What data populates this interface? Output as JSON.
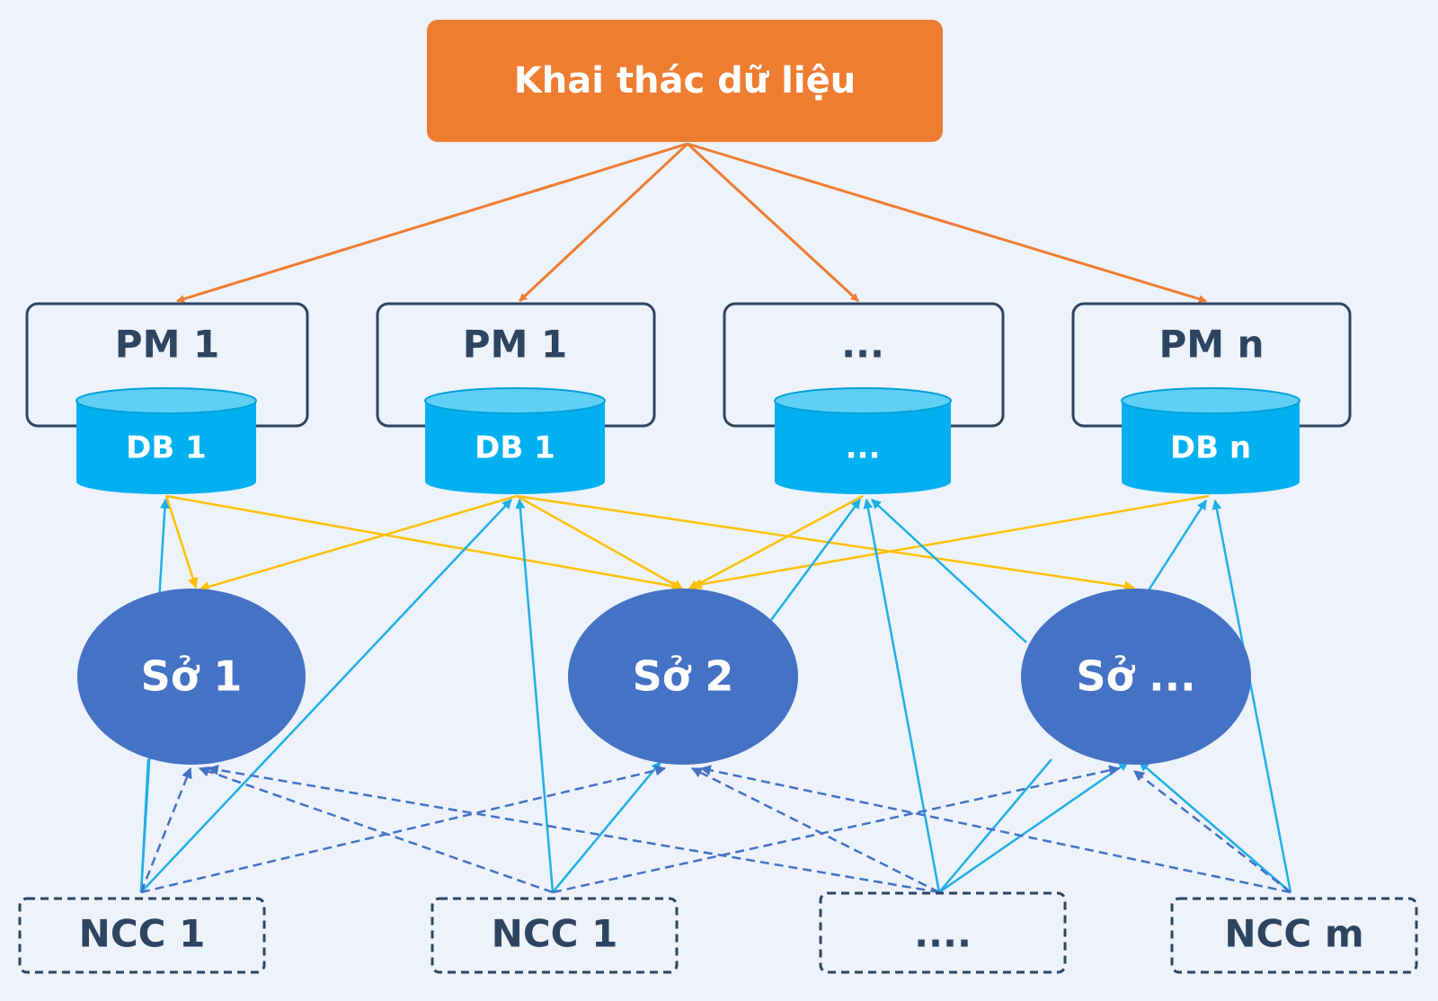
{
  "top": {
    "label": "Khai thác dữ liệu"
  },
  "software": [
    {
      "pm_label": "PM 1",
      "db_label": "DB 1"
    },
    {
      "pm_label": "PM 1",
      "db_label": "DB 1"
    },
    {
      "pm_label": "...",
      "db_label": "..."
    },
    {
      "pm_label": "PM n",
      "db_label": "DB n"
    }
  ],
  "departments": [
    {
      "label": "Sở 1"
    },
    {
      "label": "Sở 2"
    },
    {
      "label": "Sở ..."
    }
  ],
  "suppliers": [
    {
      "label": "NCC 1"
    },
    {
      "label": "NCC 1"
    },
    {
      "label": "...."
    },
    {
      "label": "NCC m"
    }
  ],
  "colors": {
    "background": "#edf2fb",
    "top_box": "#ee7d31",
    "top_arrow": "#ee7d31",
    "pm_border": "#2e4561",
    "db_fill": "#00b0f0",
    "db_top": "#5fd0f5",
    "dept_fill": "#4472c4",
    "dept_to_db_arrow": "#ffc000",
    "supplier_arrow": "#1fb0e6",
    "dashed_arrow": "#4472c4",
    "supplier_border": "#2e4561",
    "text_dark": "#2e4561"
  }
}
